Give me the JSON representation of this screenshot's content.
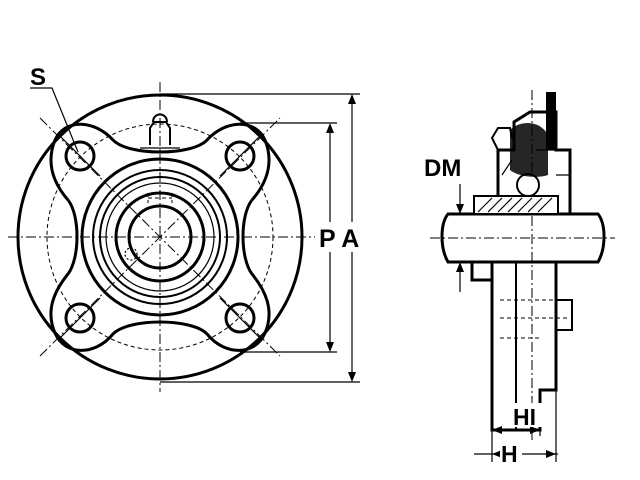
{
  "labels": {
    "s": "S",
    "pa": "P A",
    "dm": "DM",
    "hi": "HI",
    "h": "H"
  },
  "colors": {
    "line": "#000000",
    "background": "#ffffff"
  }
}
